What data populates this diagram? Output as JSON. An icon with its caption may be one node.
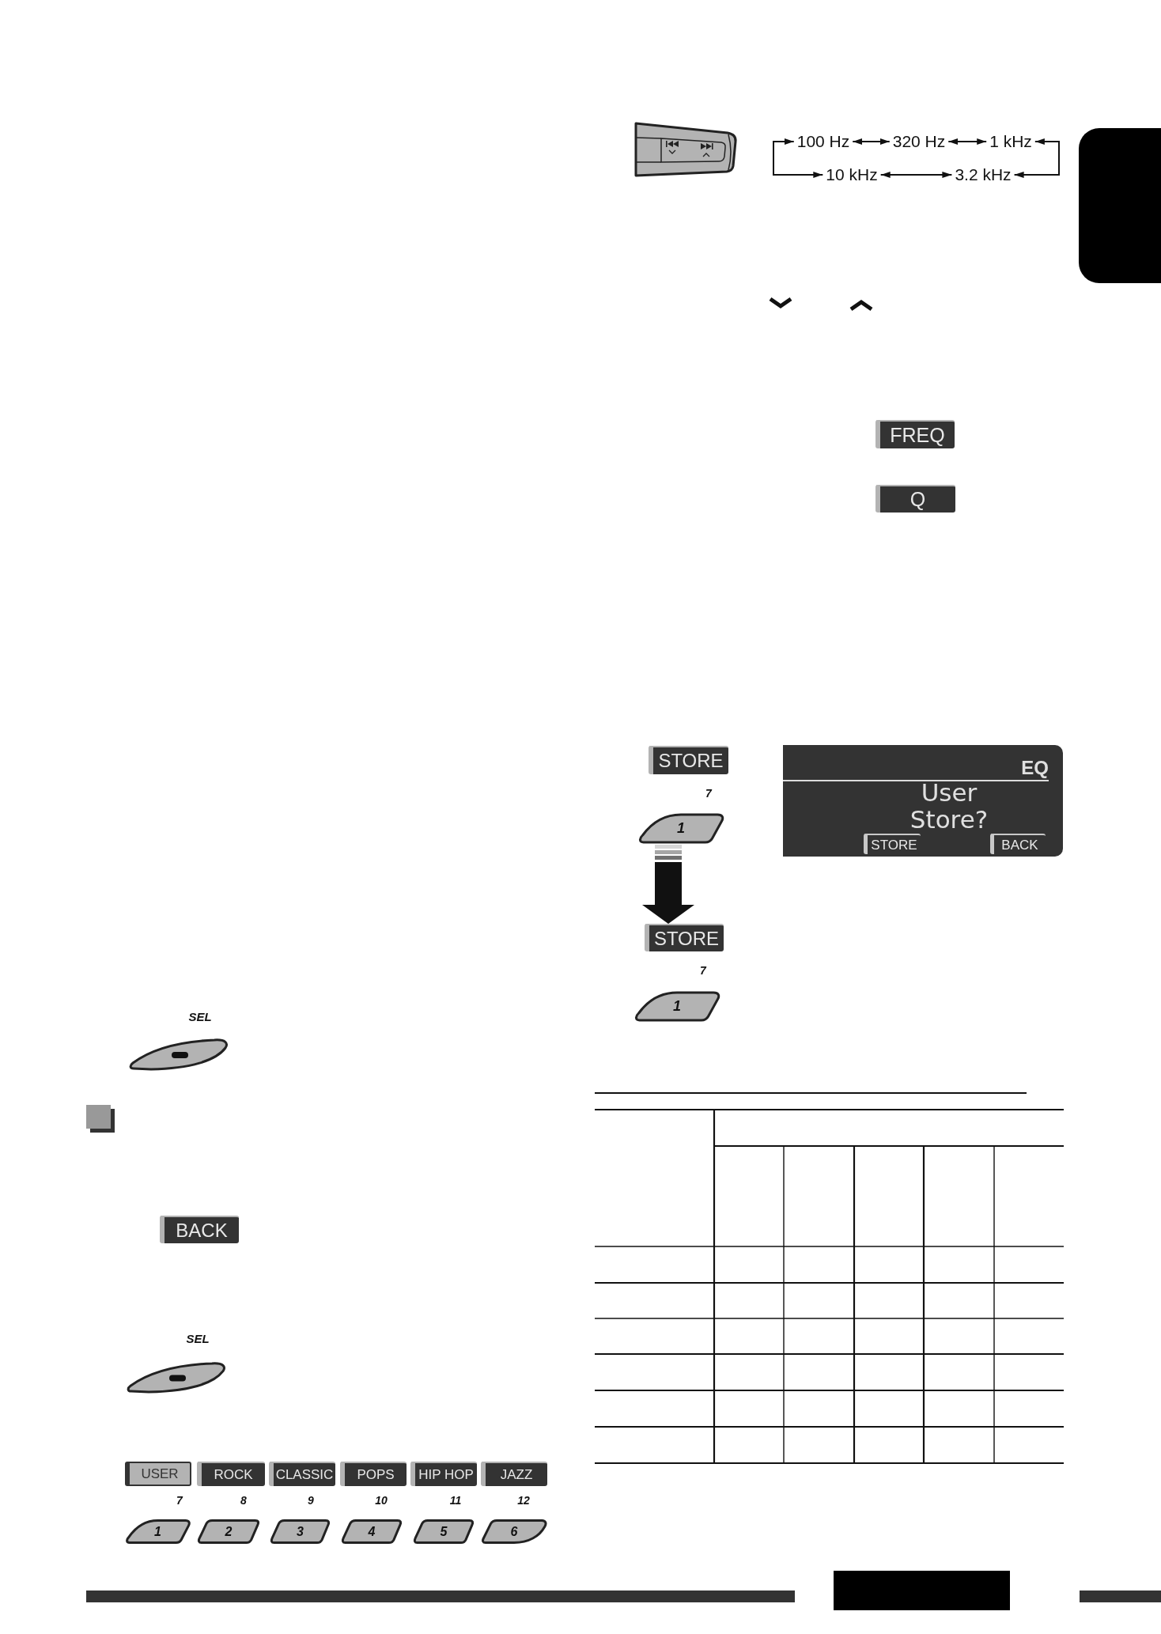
{
  "diagram": {
    "nodes": [
      {
        "text": [],
        "shape": "button",
        "beside": [
          "SEL"
        ]
      },
      {
        "text": [
          "BACK"
        ]
      },
      {
        "text": [],
        "shape": "button",
        "beside": [
          "SEL"
        ]
      },
      {
        "text": [
          "USER"
        ]
      },
      {
        "text": [
          "ROCK"
        ]
      },
      {
        "text": [
          "CLASSIC"
        ]
      },
      {
        "text": [
          "POPS"
        ]
      },
      {
        "text": [
          "HIP HOP"
        ]
      },
      {
        "text": [
          "JAZZ"
        ]
      },
      {
        "text": [
          "1"
        ],
        "beside": [
          "7"
        ]
      },
      {
        "text": [
          "2"
        ],
        "beside": [
          "8"
        ]
      },
      {
        "text": [
          "3"
        ],
        "beside": [
          "9"
        ]
      },
      {
        "text": [
          "4"
        ],
        "beside": [
          "10"
        ]
      },
      {
        "text": [
          "5"
        ],
        "beside": [
          "11"
        ]
      },
      {
        "text": [
          "6"
        ],
        "beside": [
          "12"
        ]
      },
      {
        "text": [
          "100 Hz"
        ]
      },
      {
        "text": [
          "320 Hz"
        ]
      },
      {
        "text": [
          "1 kHz"
        ]
      },
      {
        "text": [
          "10 kHz"
        ]
      },
      {
        "text": [
          "3.2 kHz"
        ]
      },
      {
        "text": [
          "FREQ"
        ]
      },
      {
        "text": [
          "Q"
        ]
      },
      {
        "text": [
          "STORE"
        ]
      },
      {
        "text": [
          "1"
        ],
        "beside": [
          "7"
        ]
      },
      {
        "text": [
          "EQ",
          "User Store?"
        ]
      },
      {
        "text": [
          "STORE"
        ],
        "in": 24
      },
      {
        "text": [
          "BACK"
        ],
        "in": 24
      },
      {
        "text": [
          "STORE"
        ]
      },
      {
        "text": [
          "1"
        ],
        "beside": [
          "7"
        ]
      },
      {
        "text": [],
        "shape": "tab"
      }
    ],
    "edges": [
      {
        "from": 15,
        "to": 16,
        "arrow": "both"
      },
      {
        "from": 16,
        "to": 17,
        "arrow": "both"
      },
      {
        "from": 17,
        "to": 19,
        "arrow": "both"
      },
      {
        "from": 19,
        "to": 18,
        "arrow": "both"
      },
      {
        "from": 18,
        "to": 15,
        "arrow": "both"
      },
      {
        "from": 23,
        "to": 27,
        "arrow": "to",
        "style": "thick"
      }
    ]
  }
}
